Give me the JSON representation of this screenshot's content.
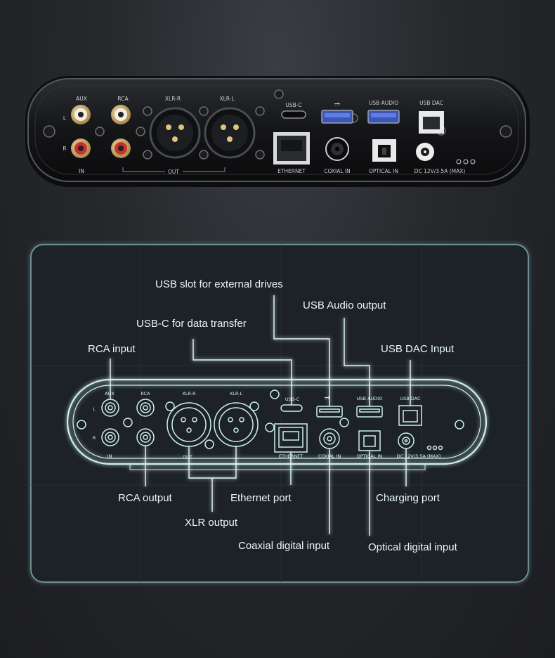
{
  "device": {
    "port_labels": {
      "aux": "AUX",
      "rca": "RCA",
      "xlr_r": "XLR-R",
      "xlr_l": "XLR-L",
      "usb_c": "USB-C",
      "usb_audio": "USB AUDIO",
      "usb_dac": "USB DAC",
      "left": "L",
      "right": "R",
      "in": "IN",
      "out": "OUT",
      "ethernet": "ETHERNET",
      "coaxial_in": "COXIAL IN",
      "optical_in": "OPTICAL IN",
      "dc": "DC 12V/3.5A (MAX)"
    }
  },
  "callouts": {
    "usb_slot": "USB slot for external drives",
    "usb_audio_output": "USB Audio output",
    "usb_c_data": "USB-C for data transfer",
    "rca_input": "RCA input",
    "usb_dac_input": "USB DAC Input",
    "rca_output": "RCA output",
    "ethernet_port": "Ethernet port",
    "charging_port": "Charging port",
    "xlr_output": "XLR output",
    "coaxial_digital_input": "Coaxial digital input",
    "optical_digital_input": "Optical digital input"
  },
  "colors": {
    "accent": "#bfeef0",
    "gold": "#d9b26a",
    "rca_red": "#c8322c"
  }
}
